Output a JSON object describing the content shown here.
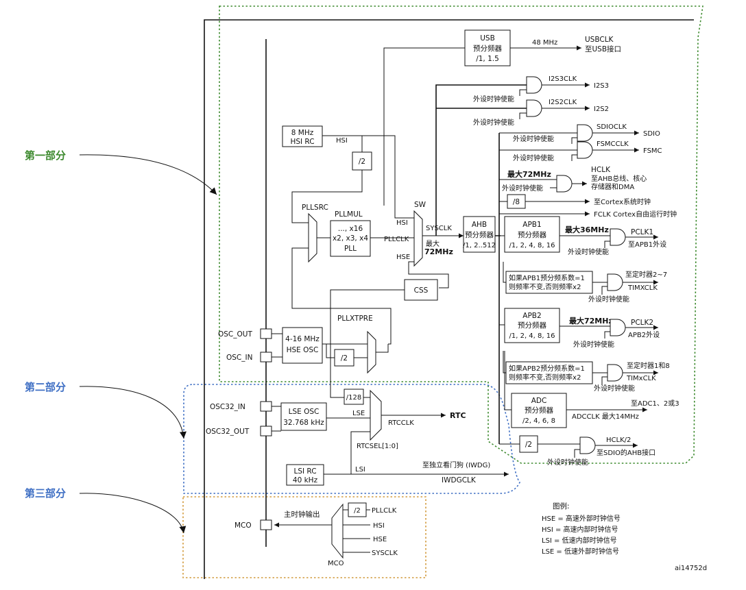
{
  "colors": {
    "part1": "#3d8a2e",
    "part2": "#3f6fc4",
    "part3": "#d29a3c",
    "line": "#111111"
  },
  "side_labels": [
    "第一部分",
    "第二部分",
    "第三部分"
  ],
  "blocks": {
    "usb_prescaler": [
      "USB",
      "预分频器",
      "/1, 1.5"
    ],
    "hsi_rc": [
      "8 MHz",
      "HSI RC"
    ],
    "div2_hsi": "/2",
    "pll": [
      "..., x16",
      "x2, x3, x4",
      "PLL"
    ],
    "ahb_prescaler": [
      "AHB",
      "预分频器",
      "/1, 2..512"
    ],
    "apb1_prescaler": [
      "APB1",
      "预分频器",
      "/1, 2, 4, 8, 16"
    ],
    "apb2_prescaler": [
      "APB2",
      "预分频器",
      "/1, 2, 4, 8, 16"
    ],
    "adc_prescaler": [
      "ADC",
      "预分频器",
      "/2, 4, 6, 8"
    ],
    "div8": "/8",
    "css": "CSS",
    "hse_osc": [
      "4-16 MHz",
      "HSE OSC"
    ],
    "div2_hse": "/2",
    "div128": "/128",
    "lse_osc": [
      "LSE OSC",
      "32.768 kHz"
    ],
    "lsi_rc": [
      "LSI RC",
      "40 kHz"
    ],
    "div2_hclk": "/2",
    "div2_mco": "/2",
    "tim1_note": [
      "如果APB1预分频系数=1",
      "则频率不变,否则频率x2"
    ],
    "tim2_note": [
      "如果APB2预分频系数=1",
      "则频率不变,否则频率x2"
    ]
  },
  "labels": {
    "usb_48": "48 MHz",
    "usbclk": "USBCLK",
    "usb_to": "至USB接口",
    "i2s3clk": "I2S3CLK",
    "i2s3": "I2S3",
    "i2s2clk": "I2S2CLK",
    "i2s2": "I2S2",
    "sdioclk": "SDIOCLK",
    "sdio": "SDIO",
    "fsmcclk": "FSMCCLK",
    "fsmc": "FSMC",
    "max72_hclk": "最大72MHz",
    "hclk": "HCLK",
    "hclk_to1": "至AHB总线、核心",
    "hclk_to2": "存储器和DMA",
    "cortex": "至Cortex系统时钟",
    "fclk": "FCLK Cortex自由运行时钟",
    "max36": "最大36MHz",
    "pclk1": "PCLK1",
    "pclk1_to": "至APB1外设",
    "tim27": "至定时器2~7",
    "timxclk1": "TIMXCLK",
    "max72_pclk2": "最大72MHz",
    "pclk2": "PCLK2",
    "pclk2_to": "APB2外设",
    "tim18": "至定时器1和8",
    "timxclk2": "TIMxCLK",
    "adc_to": "至ADC1、2或3",
    "adcclk": "ADCCLK 最大14MHz",
    "hclk2": "HCLK/2",
    "sdio_ahb": "至SDIO的AHB接口",
    "enable": "外设时钟使能",
    "hsi": "HSI",
    "hse": "HSE",
    "pllclk": "PLLCLK",
    "sysclk": "SYSCLK",
    "max72_sys1": "最大",
    "max72_sys2": "72MHz",
    "sw": "SW",
    "pllsrc": "PLLSRC",
    "pllmul": "PLLMUL",
    "pllxtpre": "PLLXTPRE",
    "osc_out": "OSC_OUT",
    "osc_in": "OSC_IN",
    "osc32_in": "OSC32_IN",
    "osc32_out": "OSC32_OUT",
    "lse": "LSE",
    "rtcclk": "RTCCLK",
    "rtc": "RTC",
    "rtcsel": "RTCSEL[1:0]",
    "lsi": "LSI",
    "iwdg_to": "至独立看门狗 (IWDG)",
    "iwdgclk": "IWDGCLK",
    "mco": "MCO",
    "mco_out": "主时钟输出"
  },
  "legend": {
    "title": "图例:",
    "items": [
      "HSE = 高速外部时钟信号",
      "HSI = 高速内部时钟信号",
      "LSI = 低速内部时钟信号",
      "LSE = 低速外部时钟信号"
    ]
  },
  "figure_id": "ai14752d"
}
